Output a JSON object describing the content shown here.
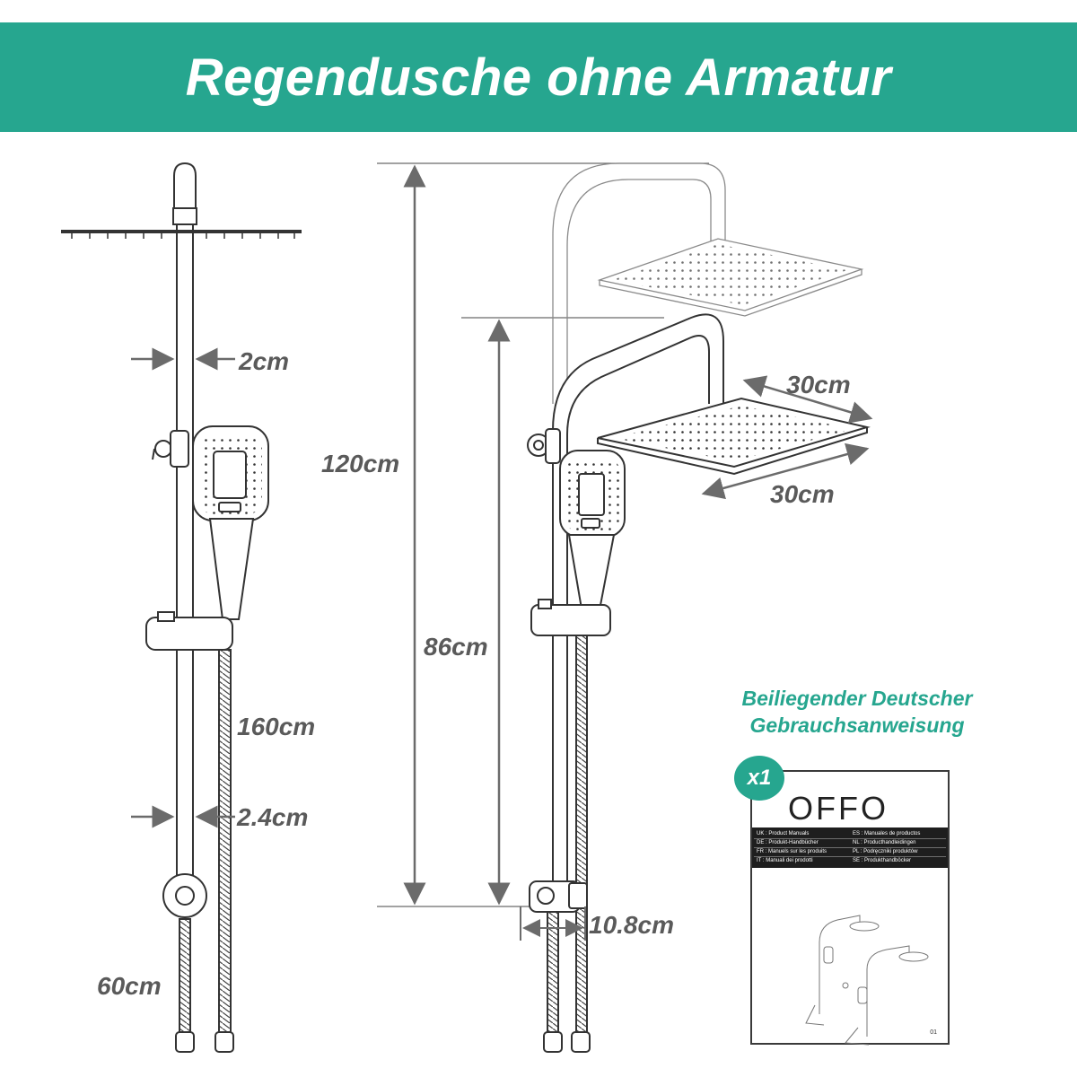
{
  "header": {
    "title": "Regendusche ohne Armatur"
  },
  "colors": {
    "accent": "#26a68f",
    "line": "#333333",
    "dimension_text": "#5a5a5a"
  },
  "dimensions": {
    "pipe_diameter": "2cm",
    "total_height": "120cm",
    "lower_height": "86cm",
    "head_width": "30cm",
    "head_depth": "30cm",
    "hand_hose_length": "160cm",
    "slider_diameter": "2.4cm",
    "connector_hose_length": "60cm",
    "connector_spacing": "10.8cm"
  },
  "manual_note": {
    "line1": "Beiliegender Deutscher",
    "line2": "Gebrauchsanweisung"
  },
  "manual": {
    "badge": "x1",
    "brand": "OFFO",
    "languages": [
      [
        "UK : Product Manuals",
        "ES : Manuales de productos"
      ],
      [
        "DE : Produkt-Handbücher",
        "NL : Producthandleidingen"
      ],
      [
        "FR : Manuels sur les produits",
        "PL : Podręczniki produktów"
      ],
      [
        "IT : Manuali dei prodotti",
        "SE : Produkthandböcker"
      ]
    ],
    "page": "01"
  }
}
